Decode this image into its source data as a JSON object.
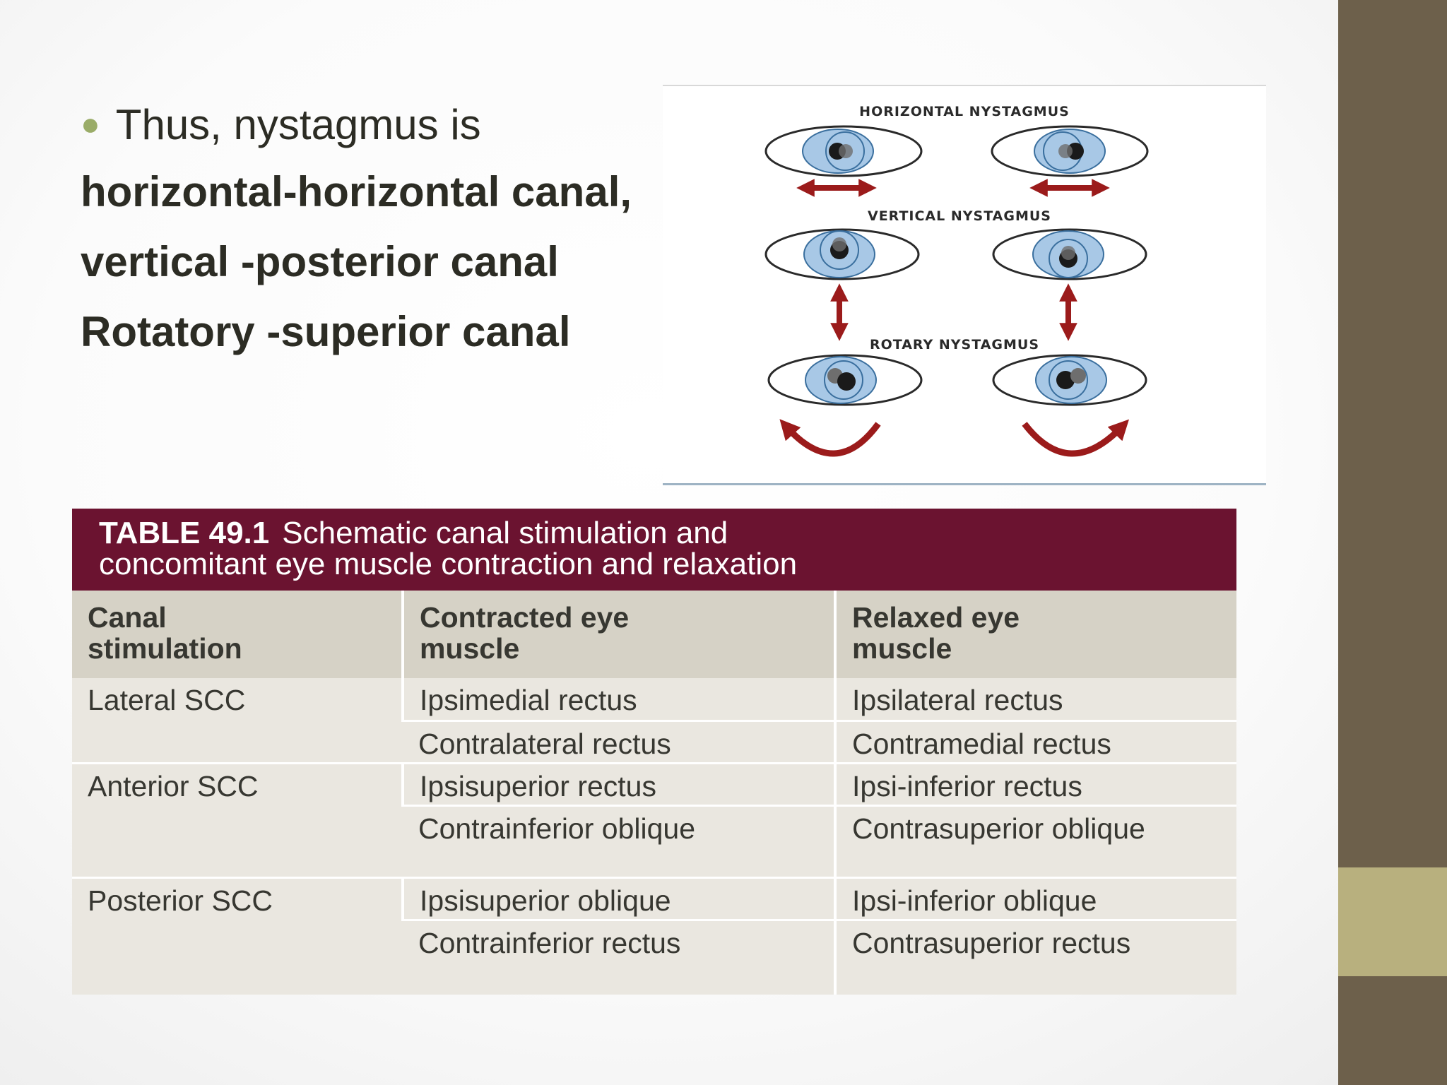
{
  "text": {
    "bullet": "Thus, nystagmus is",
    "lines": [
      "horizontal-horizontal canal,",
      "vertical -posterior canal",
      "Rotatory -superior canal"
    ]
  },
  "figure": {
    "labels": [
      "HORIZONTAL NYSTAGMUS",
      "VERTICAL NYSTAGMUS",
      "ROTARY NYSTAGMUS"
    ]
  },
  "table": {
    "number": "TABLE 49.1",
    "title_line1": "Schematic canal stimulation and",
    "title_line2": "concomitant eye muscle contraction and relaxation",
    "headers": [
      [
        "Canal",
        "stimulation"
      ],
      [
        "Contracted eye",
        "muscle"
      ],
      [
        "Relaxed eye",
        "muscle"
      ]
    ],
    "groups": [
      {
        "canal": "Lateral SCC",
        "rows": [
          [
            "Ipsimedial rectus",
            "Ipsilateral rectus"
          ],
          [
            "Contralateral rectus",
            "Contramedial rectus"
          ]
        ]
      },
      {
        "canal": "Anterior SCC",
        "rows": [
          [
            "Ipsisuperior rectus",
            "Ipsi-inferior rectus"
          ],
          [
            "Contrainferior oblique",
            "Contrasuperior oblique"
          ]
        ]
      },
      {
        "canal": "Posterior SCC",
        "rows": [
          [
            "Ipsisuperior oblique",
            "Ipsi-inferior oblique"
          ],
          [
            "Contrainferior rectus",
            "Contrasuperior rectus"
          ]
        ]
      }
    ]
  },
  "colors": {
    "title_bar": "#6b1330",
    "header_bg": "#d6d2c6",
    "cell_bg": "#eae7e0",
    "side_bar": "#6d604b",
    "side_accent": "#b8b07e",
    "bullet": "#9aac68",
    "arrow": "#9b1b1b",
    "iris": "#a8c8e6"
  }
}
